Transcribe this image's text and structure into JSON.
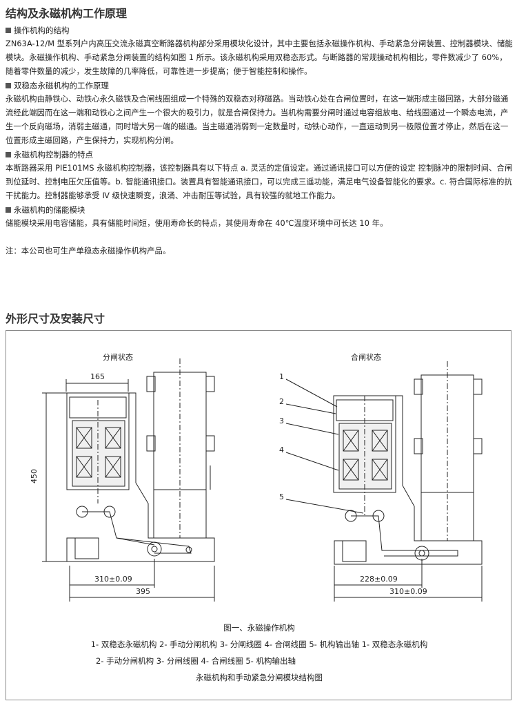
{
  "section1": {
    "title": "结构及永磁机构工作原理",
    "sub1": "操作机构的结构",
    "p1": "ZN63A-12/M 型系列户内高压交流永磁真空断路器机构部分采用模块化设计，其中主要包括永磁操作机构、手动紧急分闸装置、控制器模块、储能模块。永磁操作机构、手动紧急分闸装置的结构如图 1 所示。该永磁机构采用双稳态形式。与断路器的常规操动机构相比，零件数减少了 60%，随着零件数量的减少，发生故障的几率降低，可靠性进一步提高；便于智能控制和操作。",
    "sub2": "双稳态永磁机构的工作原理",
    "p2": "永磁机构由静铁心、动铁心永久磁铁及合闸线圈组成一个特殊的双稳态对称磁路。当动铁心处在合闸位置时，在这一端形成主磁回路，大部分磁通流经此端因而在这一端和动铁心之间产生一个很大的吸引力，就是合闸保持力。当机构需要分闸时通过电容组放电、给线圈通过一个瞬态电流，产生一个反向磁场，消弱主磁通，同时增大另一端的磁通。当主磁通消弱到一定数量时，动铁心动作，一直运动到另一极限位置才停止，然后在这一位置形成主磁回路，产生保持力，实现机构分闸。",
    "sub3": "永磁机构控制器的特点",
    "p3": "本断路器采用 PIE101MS 永磁机构控制器，该控制器具有以下特点 a. 灵活的定值设定。通过通讯接口可以方便的设定 控制脉冲的限制时间、合闸到位延时、控制电压欠压值等。b. 智能通讯接口。装置具有智能通讯接口，可以完成三遥功能，满足电气设备智能化的要求。c. 符合国际标准的抗干扰能力。控制器能够承受 Ⅳ 级快速瞬变，浪涌、冲击耐压等试验，具有较强的就地工作能力。",
    "sub4": "永磁机构的储能模块",
    "p4": "储能模块采用电容储能，具有储能时间短，使用寿命长的特点，其使用寿命在 40℃温度环境中可长达 10 年。",
    "note": "注：本公司也可生产单稳态永磁操作机构产品。"
  },
  "section2": {
    "title": "外形尺寸及安装尺寸"
  },
  "figure": {
    "left_title": "分闸状态",
    "right_title": "合闸状态",
    "dim_165": "165",
    "dim_450": "450",
    "dim_310_left": "310±0.09",
    "dim_395": "395",
    "dim_228": "228±0.09",
    "dim_310_right": "310±0.09",
    "callouts": [
      "1",
      "2",
      "3",
      "4",
      "5"
    ],
    "caption_title": "图一、永磁操作机构",
    "caption_line1": "1- 双稳态永磁机构 2- 手动分闸机构 3- 分闸线圈 4- 合闸线圈 5- 机构输出轴 1- 双稳态永磁机构",
    "caption_line2": "2- 手动分闸机构 3- 分闸线圈 4- 合闸线圈 5- 机构输出轴",
    "caption_line3": "永磁机构和手动紧急分闸模块结构图"
  }
}
